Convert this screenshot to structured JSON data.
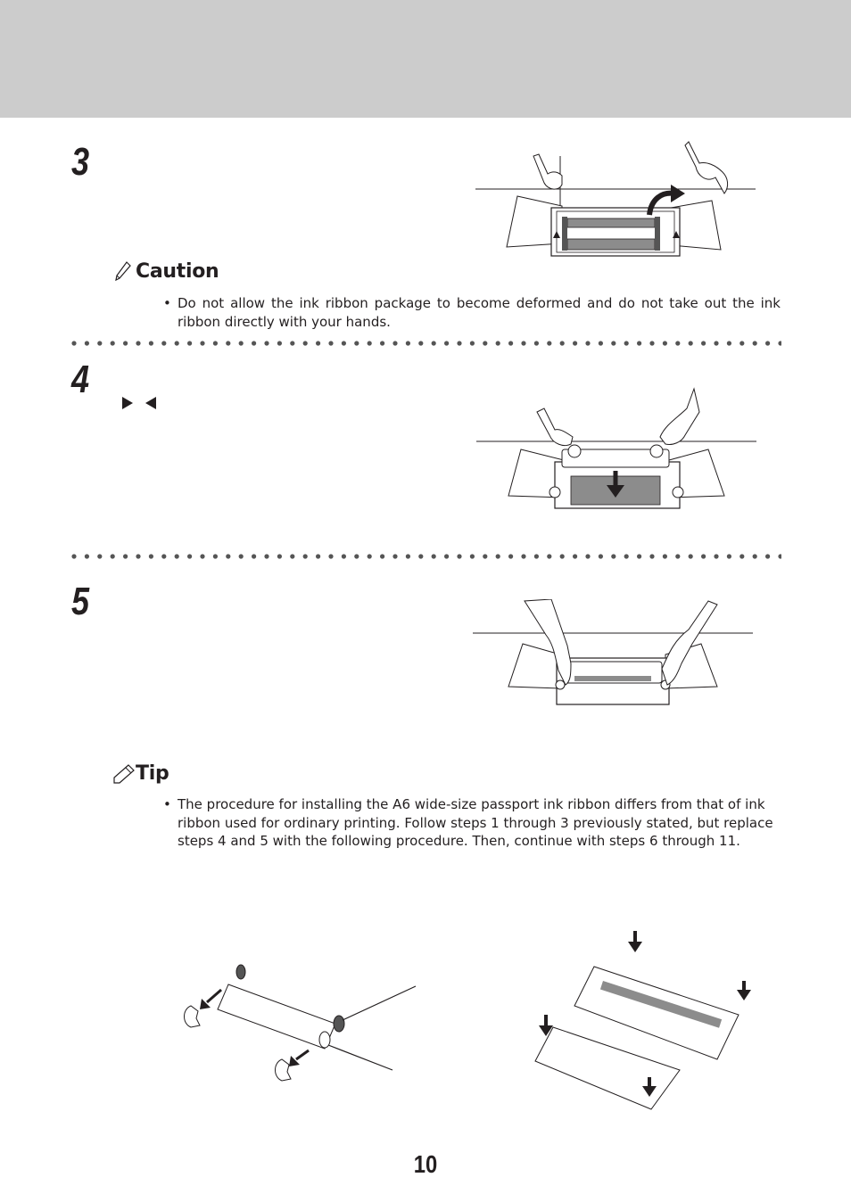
{
  "steps": [
    {
      "number": "3"
    },
    {
      "number": "4"
    },
    {
      "number": "5"
    }
  ],
  "caution": {
    "title": "Caution",
    "text": "Do not allow the ink ribbon package to become deformed and do not take out the ink ribbon directly with your hands."
  },
  "tip": {
    "title": "Tip",
    "text": "The procedure for installing the A6 wide-size passport ink ribbon differs from that of ink ribbon used for ordinary printing. Follow steps 1 through 3 previously stated, but replace steps 4 and 5 with the following procedure. Then, continue with steps 6 through 11."
  },
  "page_number": "10",
  "icons": {
    "caution": "caution-pen-icon",
    "tip": "tip-pencil-icon",
    "triangle_right": "triangle-right-icon",
    "triangle_left": "triangle-left-icon"
  },
  "colors": {
    "header_band": "#cccccc",
    "text": "#231f20",
    "ribbon_gray": "#8c8c8c"
  }
}
